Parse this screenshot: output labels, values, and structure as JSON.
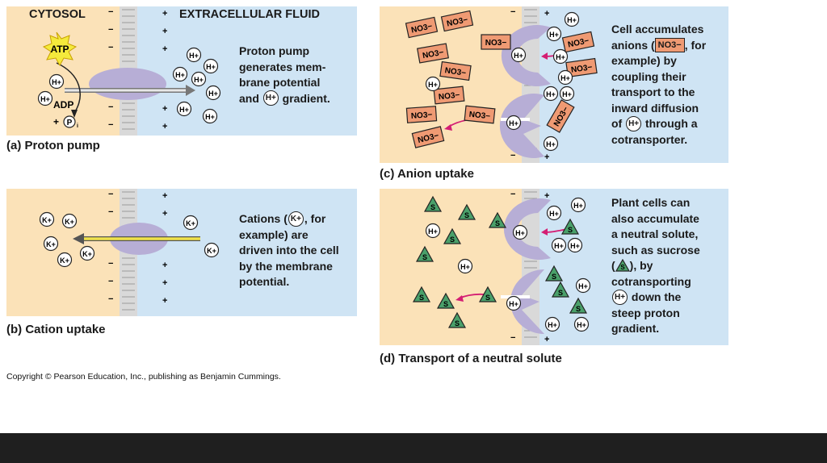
{
  "headers": {
    "cytosol": "CYTOSOL",
    "extracellular": "EXTRACELLULAR FLUID"
  },
  "panels": {
    "a": {
      "caption": "(a) Proton pump",
      "text_1": "Proton pump",
      "text_2": "generates mem-",
      "text_3": "brane potential",
      "text_4a": "and",
      "text_4b": "gradient."
    },
    "b": {
      "caption": "(b) Cation uptake",
      "text_1a": "Cations (",
      "text_1b": ", for",
      "text_2": "example) are",
      "text_3": "driven into the cell",
      "text_4": "by the membrane",
      "text_5": "potential."
    },
    "c": {
      "caption": "(c) Anion uptake",
      "text_1": "Cell accumulates",
      "text_2a": "anions (",
      "text_2b": ", for",
      "text_3": "example) by",
      "text_4": "coupling their",
      "text_5": "transport to the",
      "text_6": "inward diffusion",
      "text_7a": "of",
      "text_7b": "through a",
      "text_8": "cotransporter."
    },
    "d": {
      "caption": "(d) Transport of a neutral solute",
      "text_1": "Plant cells can",
      "text_2": "also accumulate",
      "text_3": "a neutral solute,",
      "text_4": "such as sucrose",
      "text_5a": "(",
      "text_5b": "), by",
      "text_6": "cotransporting",
      "text_7": "down the",
      "text_8": "steep proton",
      "text_9": "gradient."
    }
  },
  "labels": {
    "atp": "ATP",
    "adp": "ADP",
    "plus_pi": "+",
    "pi_p": "P",
    "pi_i": "i",
    "h_ion": "H+",
    "k_ion": "K+",
    "no3": "NO3−",
    "s": "S",
    "minus": "−",
    "plus": "+"
  },
  "copyright": "Copyright © Pearson Education, Inc., publishing as Benjamin Cummings.",
  "colors": {
    "cytosol": "#fbe2b8",
    "extracellular": "#cfe4f4",
    "protein": "#b7aed6",
    "membrane": "#c8c8c8",
    "no3_fill": "#ef9a73",
    "solute_fill": "#4aa06a",
    "arrow_magenta": "#d41e73",
    "atp_star": "#f4ea3c",
    "footer": "#1f1f1f"
  }
}
